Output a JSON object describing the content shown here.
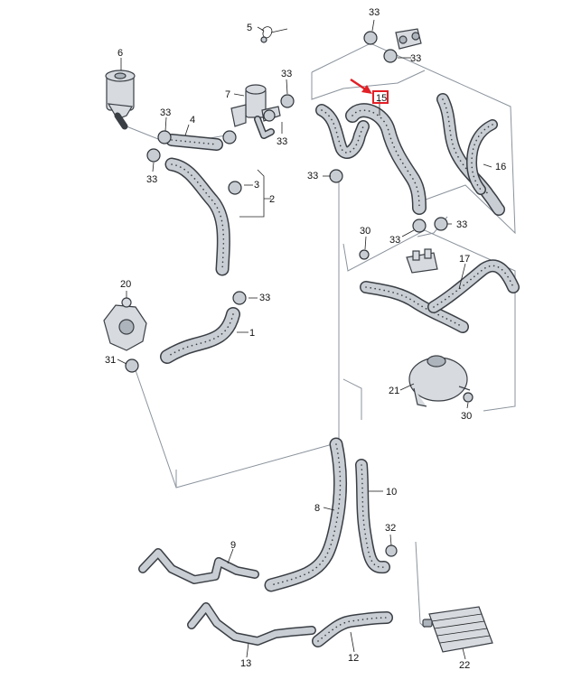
{
  "diagram": {
    "part_labels": {
      "p1": "1",
      "p2": "2",
      "p3": "3",
      "p4": "4",
      "p5": "5",
      "p6": "6",
      "p7": "7",
      "p8": "8",
      "p9": "9",
      "p10": "10",
      "p12": "12",
      "p13": "13",
      "p15": "15",
      "p16": "16",
      "p17": "17",
      "p20": "20",
      "p21": "21",
      "p22": "22",
      "p30": "30",
      "p31": "31",
      "p32": "32",
      "p33": "33"
    },
    "highlighted_part": "15",
    "colors": {
      "highlight": "#e21f26",
      "hose": "#3a3f45",
      "hose_fill": "#c9ced4",
      "guide_line": "#8a939c"
    }
  }
}
